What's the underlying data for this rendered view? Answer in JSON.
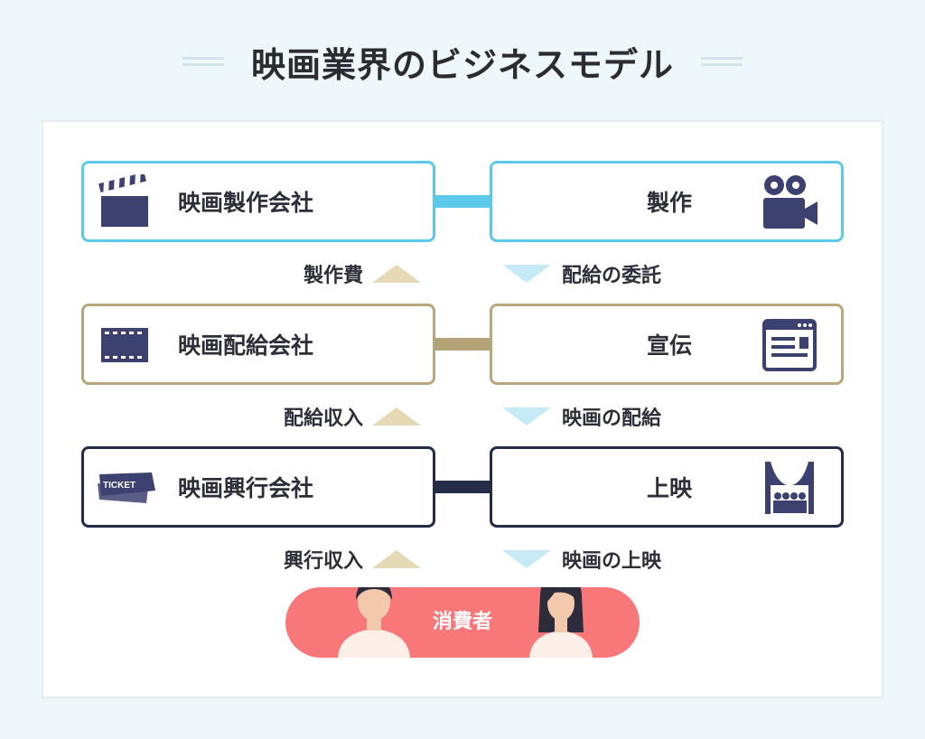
{
  "title": "映画業界のビジネスモデル",
  "rows": [
    {
      "left": {
        "label": "映画製作会社",
        "icon": "clapperboard-icon"
      },
      "right": {
        "label": "製作",
        "icon": "movie-camera-icon"
      },
      "color": "#5cc8ea"
    },
    {
      "left": {
        "label": "映画配給会社",
        "icon": "film-strip-icon"
      },
      "right": {
        "label": "宣伝",
        "icon": "browser-window-icon"
      },
      "color": "#b9a77b"
    },
    {
      "left": {
        "label": "映画興行会社",
        "icon": "ticket-icon"
      },
      "right": {
        "label": "上映",
        "icon": "theater-stage-icon"
      },
      "color": "#252c48"
    }
  ],
  "flows": [
    {
      "up": "製作費",
      "down": "配給の委託"
    },
    {
      "up": "配給収入",
      "down": "映画の配給"
    },
    {
      "up": "興行収入",
      "down": "映画の上映"
    }
  ],
  "ticket_text": "TICKET",
  "consumer": {
    "label": "消費者"
  },
  "colors": {
    "up_arrow": "#e5d9b6",
    "down_arrow": "#c6ebf6",
    "consumer": "#f8787a",
    "navy": "#3d4170"
  }
}
